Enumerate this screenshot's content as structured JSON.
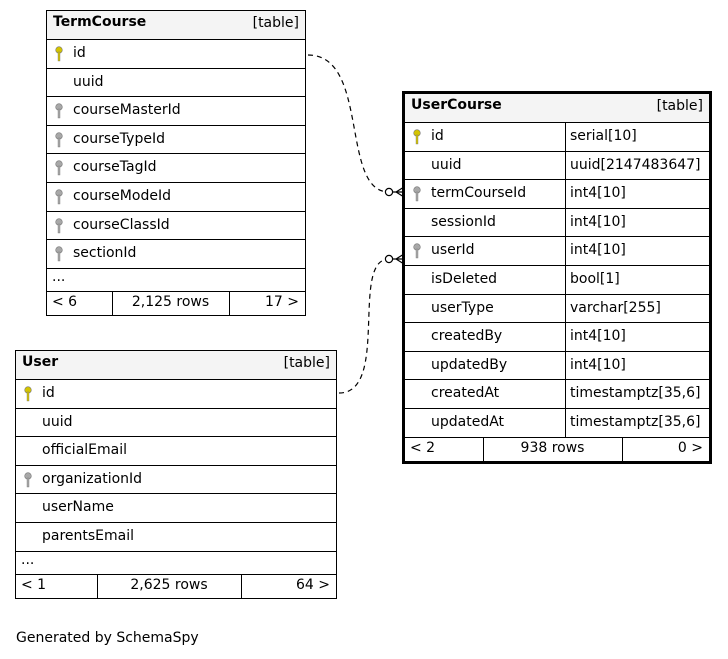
{
  "tables": {
    "termCourse": {
      "name": "TermCourse",
      "kind": "[table]",
      "columns": [
        {
          "name": "id",
          "key": "primary"
        },
        {
          "name": "uuid",
          "key": "none"
        },
        {
          "name": "courseMasterId",
          "key": "foreign"
        },
        {
          "name": "courseTypeId",
          "key": "foreign"
        },
        {
          "name": "courseTagId",
          "key": "foreign"
        },
        {
          "name": "courseModeId",
          "key": "foreign"
        },
        {
          "name": "courseClassId",
          "key": "foreign"
        },
        {
          "name": "sectionId",
          "key": "foreign"
        }
      ],
      "ellipsis": "...",
      "footer": {
        "left": "< 6",
        "center": "2,125 rows",
        "right": "17 >"
      }
    },
    "userCourse": {
      "name": "UserCourse",
      "kind": "[table]",
      "columns": [
        {
          "name": "id",
          "type": "serial[10]",
          "key": "primary"
        },
        {
          "name": "uuid",
          "type": "uuid[2147483647]",
          "key": "none"
        },
        {
          "name": "termCourseId",
          "type": "int4[10]",
          "key": "foreign"
        },
        {
          "name": "sessionId",
          "type": "int4[10]",
          "key": "none"
        },
        {
          "name": "userId",
          "type": "int4[10]",
          "key": "foreign"
        },
        {
          "name": "isDeleted",
          "type": "bool[1]",
          "key": "none"
        },
        {
          "name": "userType",
          "type": "varchar[255]",
          "key": "none"
        },
        {
          "name": "createdBy",
          "type": "int4[10]",
          "key": "none"
        },
        {
          "name": "updatedBy",
          "type": "int4[10]",
          "key": "none"
        },
        {
          "name": "createdAt",
          "type": "timestamptz[35,6]",
          "key": "none"
        },
        {
          "name": "updatedAt",
          "type": "timestamptz[35,6]",
          "key": "none"
        }
      ],
      "footer": {
        "left": "< 2",
        "center": "938 rows",
        "right": "0 >"
      }
    },
    "user": {
      "name": "User",
      "kind": "[table]",
      "columns": [
        {
          "name": "id",
          "key": "primary"
        },
        {
          "name": "uuid",
          "key": "none"
        },
        {
          "name": "officialEmail",
          "key": "none"
        },
        {
          "name": "organizationId",
          "key": "foreign"
        },
        {
          "name": "userName",
          "key": "none"
        },
        {
          "name": "parentsEmail",
          "key": "none"
        }
      ],
      "ellipsis": "...",
      "footer": {
        "left": "< 1",
        "center": "2,625 rows",
        "right": "64 >"
      }
    }
  },
  "relationships": [
    {
      "from": "UserCourse.termCourseId",
      "to": "TermCourse.id"
    },
    {
      "from": "UserCourse.userId",
      "to": "User.id"
    }
  ],
  "colors": {
    "primary_key": "#d4c400",
    "foreign_key": "#a8a8a8",
    "header_bg": "#f4f4f4"
  },
  "generated_by": "Generated by SchemaSpy"
}
